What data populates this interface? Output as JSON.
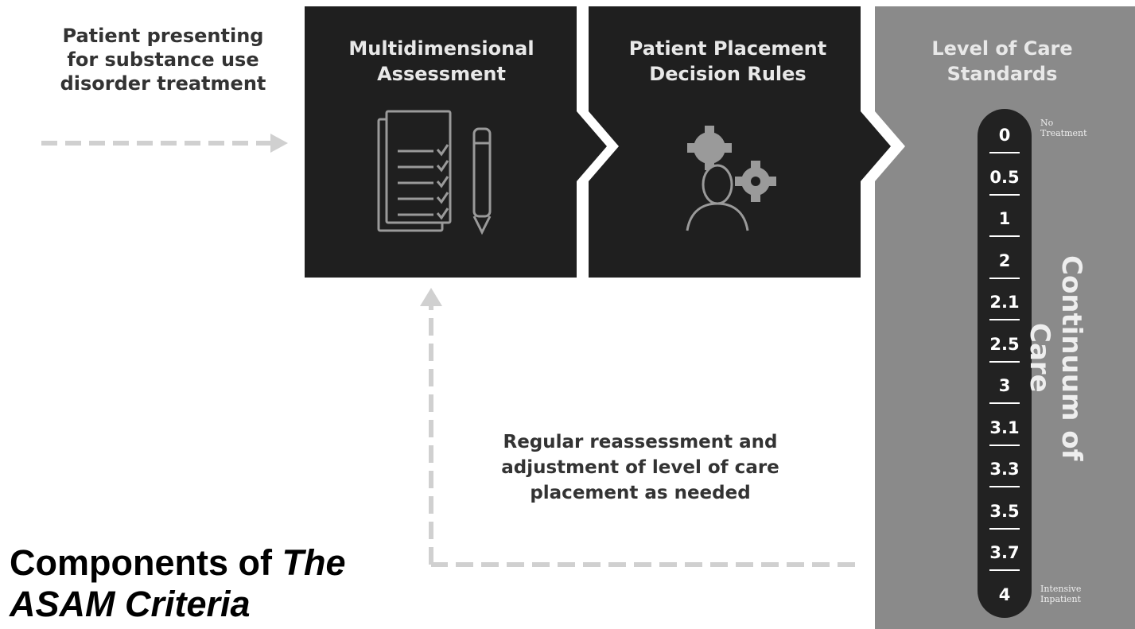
{
  "intro": {
    "line1": "Patient presenting",
    "line2": "for substance use",
    "line3": "disorder treatment"
  },
  "steps": [
    {
      "line1": "Multidimensional",
      "line2": "Assessment",
      "icon": "checklist-pencil-icon"
    },
    {
      "line1": "Patient Placement",
      "line2": "Decision Rules",
      "icon": "person-gears-icon"
    },
    {
      "line1": "Level of Care",
      "line2": "Standards"
    }
  ],
  "levels": [
    "0",
    "0.5",
    "1",
    "2",
    "2.1",
    "2.5",
    "3",
    "3.1",
    "3.3",
    "3.5",
    "3.7",
    "4"
  ],
  "scale": {
    "top_line1": "No",
    "top_line2": "Treatment",
    "bottom_line1": "Intensive",
    "bottom_line2": "Inpatient"
  },
  "continuum_label": "Continuum of Care",
  "reassess": {
    "line1": "Regular reassessment and",
    "line2": "adjustment of level of care",
    "line3": "placement as needed"
  },
  "caption": {
    "prefix": "Components of ",
    "italic1": "The",
    "italic2": "ASAM Criteria"
  },
  "colors": {
    "dark_box": "#1f1f1f",
    "gray_panel": "#8a8a8a",
    "dashed_arrow": "#d0d0d0",
    "icon": "#9a9a9a"
  }
}
